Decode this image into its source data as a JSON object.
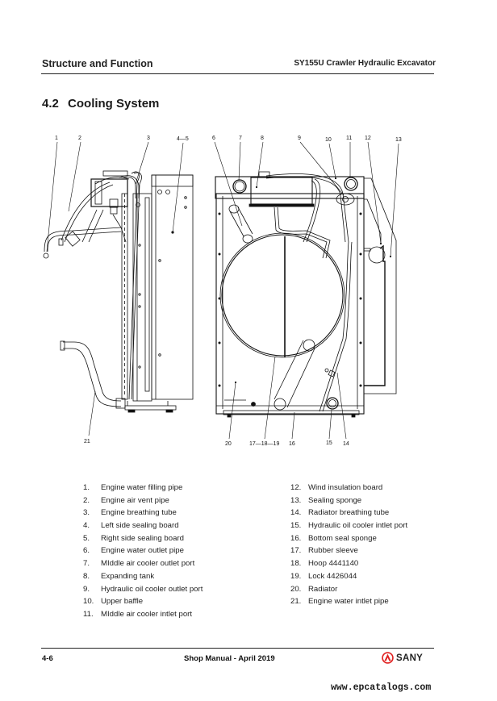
{
  "header": {
    "chapter": "Structure and Function",
    "model": "SY155U Crawler Hydraulic Excavator"
  },
  "section": {
    "number": "4.2",
    "title": "Cooling System"
  },
  "figure": {
    "callouts": {
      "c1": "1",
      "c2": "2",
      "c3": "3",
      "c45": "4—5",
      "c6": "6",
      "c7": "7",
      "c8": "8",
      "c9": "9",
      "c10": "10",
      "c11": "11",
      "c12": "12",
      "c13": "13",
      "c14": "14",
      "c15": "15",
      "c16": "16",
      "c171819": "17—18—19",
      "c20": "20",
      "c21": "21"
    }
  },
  "parts": [
    {
      "num": "1.",
      "name": "Engine water filling pipe"
    },
    {
      "num": "2.",
      "name": "Engine air vent pipe"
    },
    {
      "num": "3.",
      "name": "Engine breathing tube"
    },
    {
      "num": "4.",
      "name": "Left side sealing board"
    },
    {
      "num": "5.",
      "name": "Right side sealing board"
    },
    {
      "num": "6.",
      "name": "Engine water outlet pipe"
    },
    {
      "num": "7.",
      "name": "MIddle air cooler outlet port"
    },
    {
      "num": "8.",
      "name": "Expanding tank"
    },
    {
      "num": "9.",
      "name": "Hydraulic oil cooler outlet port"
    },
    {
      "num": "10.",
      "name": "Upper baffle"
    },
    {
      "num": "11.",
      "name": "MIddle air cooler intlet port"
    },
    {
      "num": "12.",
      "name": "Wind insulation board"
    },
    {
      "num": "13.",
      "name": "Sealing sponge"
    },
    {
      "num": "14.",
      "name": "Radiator breathing tube"
    },
    {
      "num": "15.",
      "name": "Hydraulic oil cooler intlet port"
    },
    {
      "num": "16.",
      "name": "Bottom seal sponge"
    },
    {
      "num": "17.",
      "name": "Rubber sleeve"
    },
    {
      "num": "18.",
      "name": "Hoop 4441140"
    },
    {
      "num": "19.",
      "name": "Lock 4426044"
    },
    {
      "num": "20.",
      "name": "Radiator"
    },
    {
      "num": "21.",
      "name": "Engine water intlet pipe"
    }
  ],
  "footer": {
    "page": "4-6",
    "manual": "Shop Manual - April 2019",
    "brand": "SANY",
    "brand_color": "#e02020"
  },
  "watermark": "www.epcatalogs.com"
}
